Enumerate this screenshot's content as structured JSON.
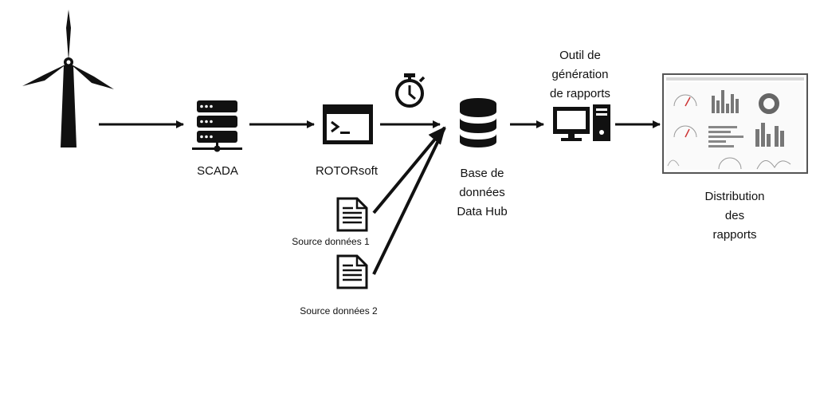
{
  "diagram": {
    "nodes": {
      "wind_turbine": {
        "icon": "wind-turbine-icon"
      },
      "scada": {
        "icon": "server-icon",
        "label": "SCADA"
      },
      "rotorsoft": {
        "icon": "terminal-window-icon",
        "label": "ROTORsoft"
      },
      "timer": {
        "icon": "stopwatch-icon"
      },
      "source1": {
        "icon": "document-icon",
        "label": "Source données  1"
      },
      "source2": {
        "icon": "document-icon",
        "label": "Source données  2"
      },
      "database": {
        "icon": "database-icon",
        "label_lines": [
          "Base de",
          "données",
          "Data Hub"
        ]
      },
      "report_tool": {
        "icon": "desktop-computer-icon",
        "label_lines": [
          "Outil de",
          "génération",
          "de rapports"
        ]
      },
      "distribution": {
        "icon": "dashboard-thumbnail",
        "label_lines": [
          "Distribution",
          "des",
          "rapports"
        ]
      }
    },
    "edges": [
      [
        "wind_turbine",
        "scada"
      ],
      [
        "scada",
        "rotorsoft"
      ],
      [
        "rotorsoft",
        "database"
      ],
      [
        "source1",
        "database"
      ],
      [
        "source2",
        "database"
      ],
      [
        "database",
        "report_tool"
      ],
      [
        "report_tool",
        "distribution"
      ]
    ],
    "colors": {
      "ink": "#111111",
      "thumbnail_frame": "#555555"
    }
  }
}
